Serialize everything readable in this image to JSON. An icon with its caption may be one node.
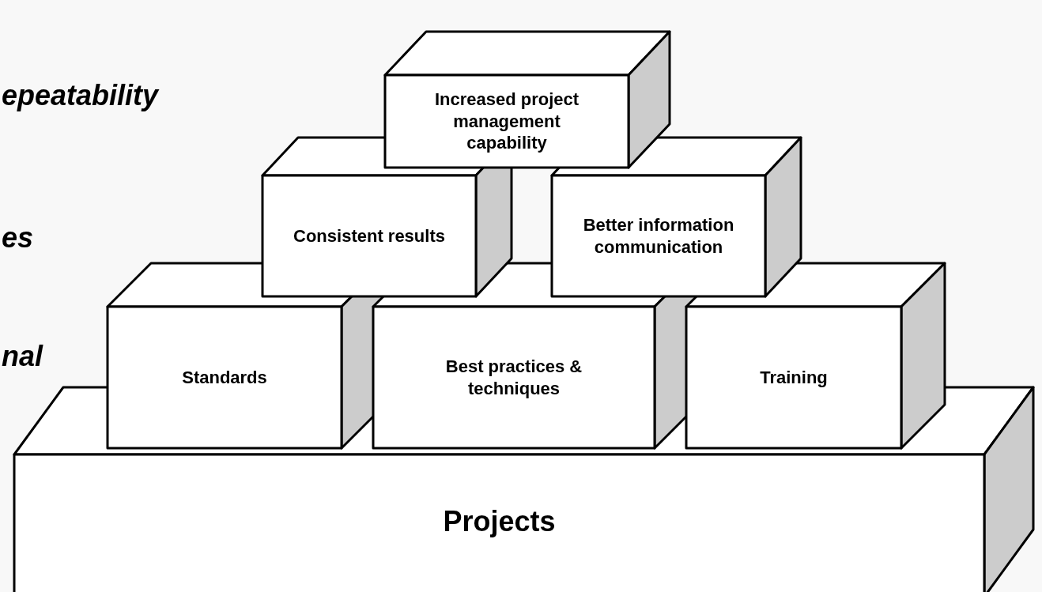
{
  "diagram": {
    "nodes": [
      {
        "text": [
          "Increased project management capability"
        ]
      },
      {
        "text": [
          "Consistent results"
        ]
      },
      {
        "text": [
          "Better information communication"
        ]
      },
      {
        "text": [
          "Standards"
        ]
      },
      {
        "text": [
          "Best practices & techniques"
        ]
      },
      {
        "text": [
          "Training"
        ]
      },
      {
        "text": [
          "Projects"
        ]
      }
    ],
    "edges": [],
    "labels": [
      "epeatability",
      "es",
      "nal"
    ]
  }
}
